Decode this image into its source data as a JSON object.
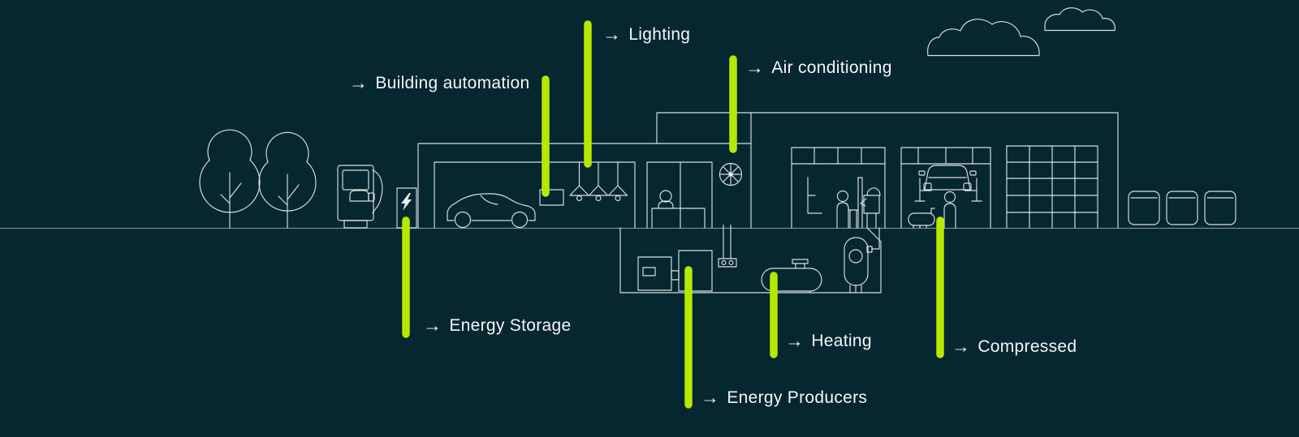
{
  "scene": {
    "background_color": "#062630",
    "line_color": "#e9f1f1",
    "accent_color": "#b5e903",
    "description": "Line-art illustration of a car dealership site with showroom, workshop, car wash lift, storage and basement energy room; lime callout lines mark energy systems."
  },
  "callouts": [
    {
      "id": "building-automation",
      "arrow": "→",
      "label": "Building automation"
    },
    {
      "id": "lighting",
      "arrow": "→",
      "label": "Lighting"
    },
    {
      "id": "air-conditioning",
      "arrow": "→",
      "label": "Air conditioning"
    },
    {
      "id": "energy-storage",
      "arrow": "→",
      "label": "Energy Storage"
    },
    {
      "id": "energy-producers",
      "arrow": "→",
      "label": "Energy Producers"
    },
    {
      "id": "heating",
      "arrow": "→",
      "label": "Heating"
    },
    {
      "id": "compressed",
      "arrow": "→",
      "label": "Compressed"
    }
  ]
}
